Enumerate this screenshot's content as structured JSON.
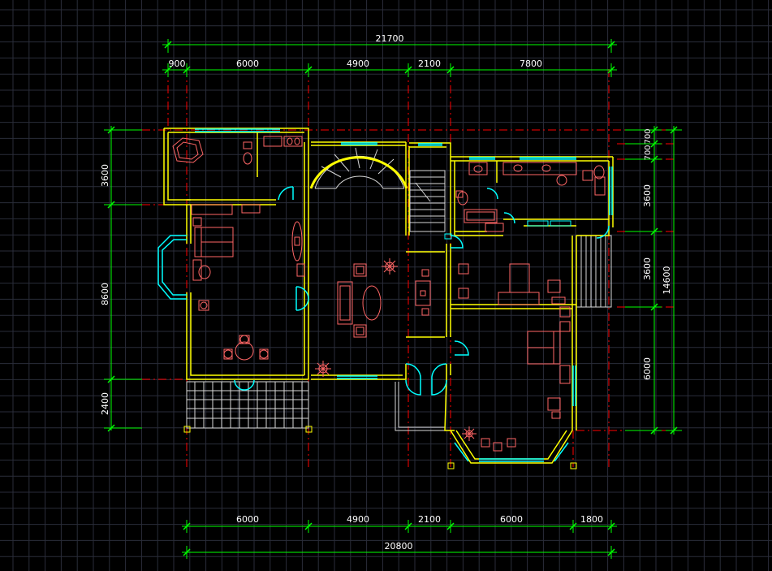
{
  "drawing": {
    "background": "#000000",
    "grid_color": "#2a2d3a",
    "dim_color": "#00ff00",
    "wall_color": "#ffff00",
    "axis_color": "#ff0000",
    "furniture_color": "#ff6666",
    "window_color": "#00ffff",
    "text_color": "#ffffff"
  },
  "dims": {
    "top_total": "21700",
    "top": [
      "900",
      "6000",
      "4900",
      "2100",
      "7800"
    ],
    "bottom": [
      "6000",
      "4900",
      "2100",
      "6000",
      "1800"
    ],
    "bottom_total": "20800",
    "left": [
      "3600",
      "8600",
      "2400"
    ],
    "right": [
      "700",
      "700",
      "3600",
      "3600",
      "6000"
    ],
    "right_total": "14600"
  },
  "furniture": {
    "icons": [
      "bathtub-icon",
      "toilet-icon",
      "sink-icon",
      "bed-icon",
      "sofa-icon",
      "table-icon",
      "chair-icon",
      "plant-icon",
      "staircase-icon",
      "door-icon"
    ]
  }
}
